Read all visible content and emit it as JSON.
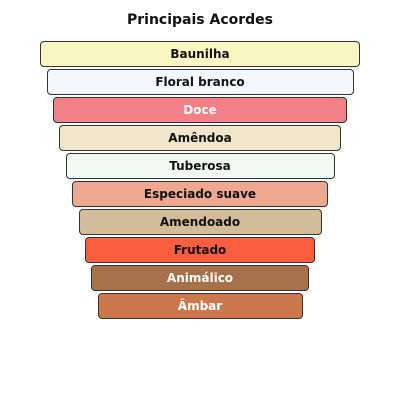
{
  "chart_data": {
    "type": "bar",
    "title": "Principais Acordes",
    "categories": [
      "Baunilha",
      "Floral branco",
      "Doce",
      "Amêndoa",
      "Tuberosa",
      "Especiado suave",
      "Amendoado",
      "Frutado",
      "Animálico",
      "Âmbar"
    ],
    "values": [
      100,
      96,
      92,
      88,
      84,
      80,
      76,
      72,
      68,
      64
    ],
    "colors": [
      "#fbf7c3",
      "#f4f7fc",
      "#f28086",
      "#f1e6cc",
      "#f2f9f4",
      "#eea892",
      "#d3bc9a",
      "#fb5e3e",
      "#a6714a",
      "#cc784c"
    ],
    "light_text": [
      false,
      false,
      true,
      false,
      false,
      false,
      false,
      false,
      true,
      true
    ],
    "orientation": "horizontal-centered",
    "legend": "none",
    "grid": false
  }
}
